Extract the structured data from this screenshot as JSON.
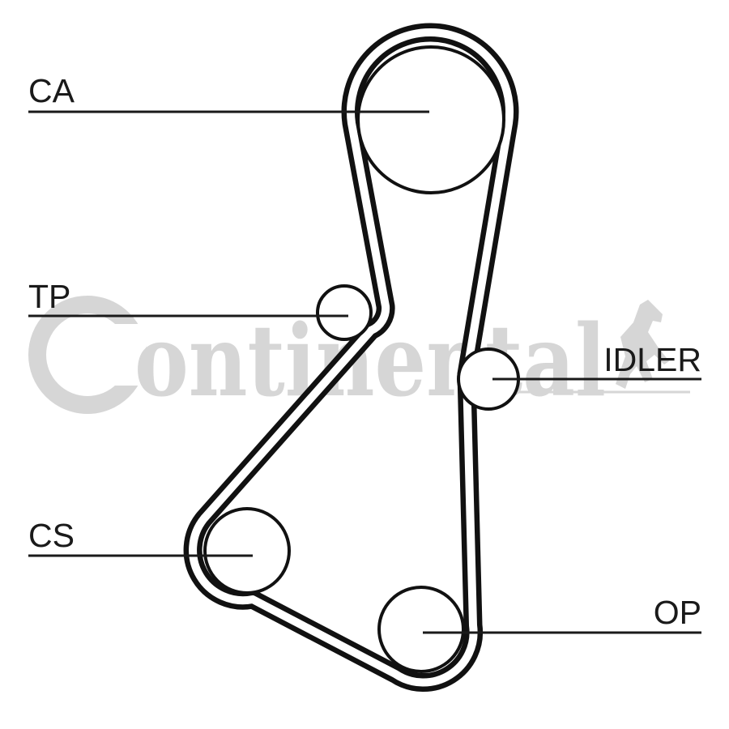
{
  "labels": {
    "camshaft": "CA",
    "tensioner": "TP",
    "idler": "IDLER",
    "crankshaft": "CS",
    "oil_pump": "OP"
  },
  "watermark": {
    "brand_text": "ontinental",
    "icon": "rearing-horse-icon",
    "color": "#d6d6d6"
  },
  "colors": {
    "belt": "#111111",
    "line": "#1a1a1a",
    "background": "#ffffff"
  }
}
